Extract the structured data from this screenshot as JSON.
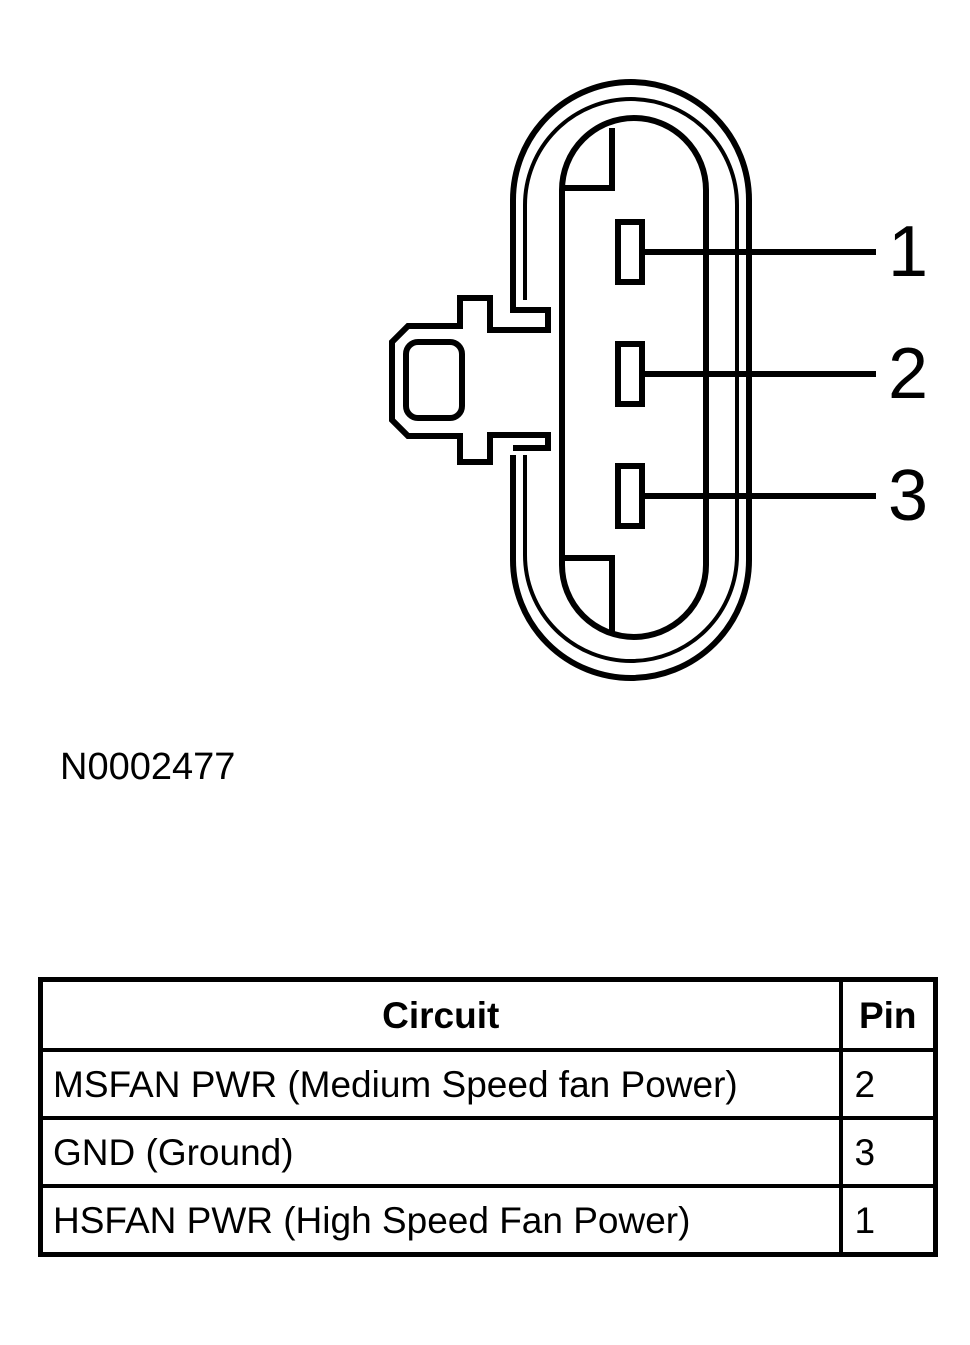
{
  "diagram": {
    "pin_labels": [
      "1",
      "2",
      "3"
    ],
    "figure_id": "N0002477"
  },
  "table": {
    "headers": {
      "circuit": "Circuit",
      "pin": "Pin"
    },
    "rows": [
      {
        "circuit": "MSFAN PWR (Medium Speed fan Power)",
        "pin": "2"
      },
      {
        "circuit": "GND (Ground)",
        "pin": "3"
      },
      {
        "circuit": "HSFAN PWR (High Speed Fan Power)",
        "pin": "1"
      }
    ]
  }
}
